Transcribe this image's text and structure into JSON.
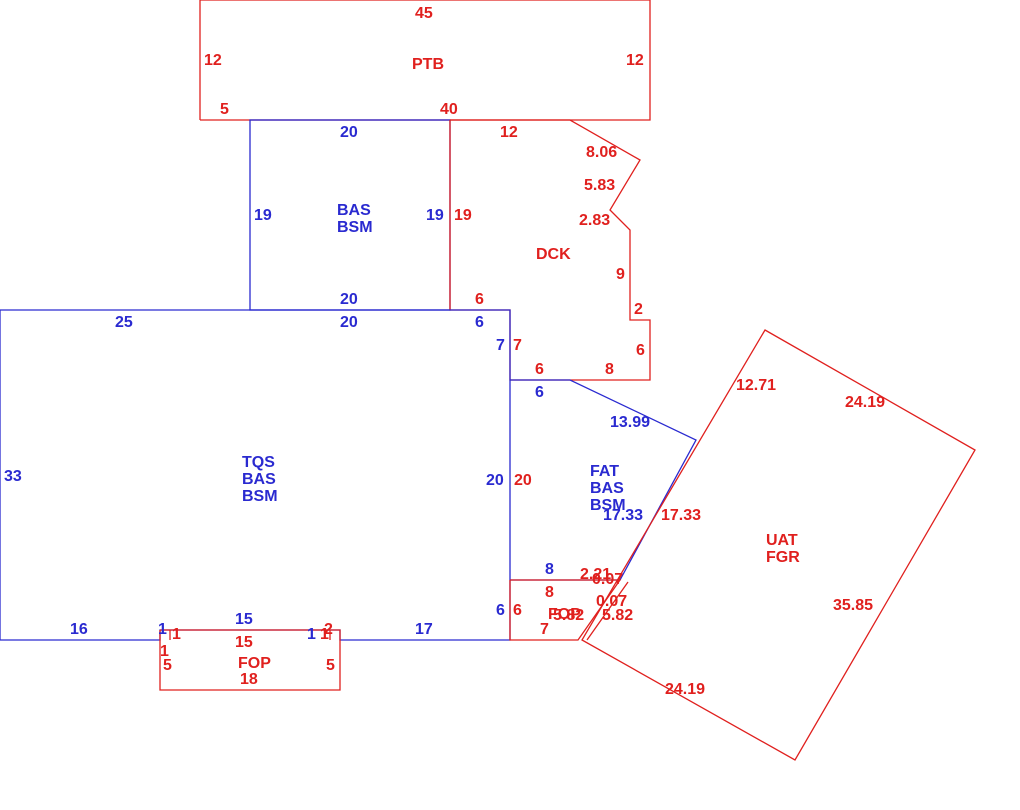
{
  "colors": {
    "red": "#e0201e",
    "blue": "#2a2ad0"
  },
  "areas": {
    "ptb": "PTB",
    "bas_top": "BAS",
    "bsm_top": "BSM",
    "dck": "DCK",
    "tqs": "TQS",
    "bas_main": "BAS",
    "bsm_main": "BSM",
    "fat": "FAT",
    "bas_fat": "BAS",
    "bsm_fat": "BSM",
    "uat": "UAT",
    "fgr": "FGR",
    "fop_bottom": "FOP",
    "fop_right": "FOP"
  },
  "dims": {
    "d45": "45",
    "d12a": "12",
    "d12b": "12",
    "d5a": "5",
    "d40": "40",
    "d20a": "20",
    "d19a": "19",
    "d19b": "19",
    "d19c": "19",
    "d12c": "12",
    "d806": "8.06",
    "d583": "5.83",
    "d283": "2.83",
    "d9": "9",
    "d2a": "2",
    "d6a": "6",
    "d6b": "6",
    "d20b": "20",
    "d20c": "20",
    "d6c": "6",
    "d25": "25",
    "d7a": "7",
    "d7b": "7",
    "d6d": "6",
    "d8a": "8",
    "d6e": "6",
    "d1399": "13.99",
    "d1271": "12.71",
    "d2419a": "24.19",
    "d33": "33",
    "d20d": "20",
    "d20e": "20",
    "d1733a": "17.33",
    "d1733b": "17.33",
    "d8b": "8",
    "d8c": "8",
    "d221": "2.21",
    "d007a": "0.07",
    "d007b": "0.07",
    "d582a": "5.82",
    "d582b": "5.82",
    "d6f": "6",
    "d6g": "6",
    "d7c": "7",
    "d3585": "35.85",
    "d2419b": "24.19",
    "d16": "16",
    "d1a": "1",
    "d1b": "1",
    "d15a": "15",
    "d15b": "15",
    "d1c": "1",
    "d2b": "2",
    "d1d": "1",
    "d1e": "1",
    "d17": "17",
    "d5b": "5",
    "d5c": "5",
    "d18": "18"
  }
}
